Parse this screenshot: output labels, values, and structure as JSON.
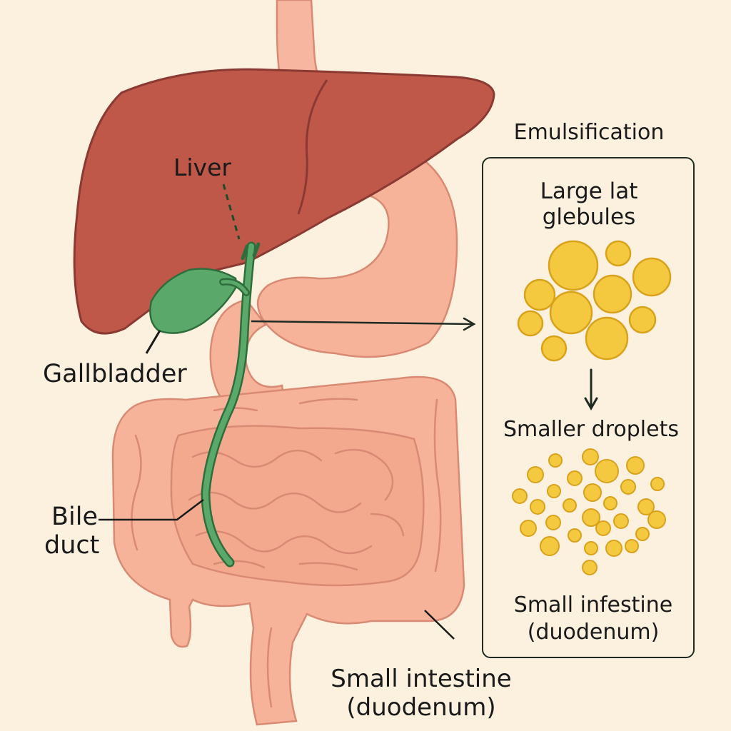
{
  "labels": {
    "liver": "Liver",
    "gallbladder": "Gallbladder",
    "bile_duct_line1": "Bile",
    "bile_duct_line2": "duct",
    "small_intestine_line1": "Small intestine",
    "small_intestine_line2": "(duodenum)"
  },
  "panel": {
    "title": "Emulsification",
    "large_line1": "Large lat",
    "large_line2": "glebules",
    "smaller": "Smaller droplets",
    "bottom_line1": "Small infestine",
    "bottom_line2": "(duodenum)"
  },
  "colors": {
    "background": "#fcf1df",
    "liver": "#c0584a",
    "gallbladder": "#5aa96a",
    "bile_duct": "#3c8a4c",
    "intestine": "#f6b39a",
    "fat": "#f4c940"
  }
}
